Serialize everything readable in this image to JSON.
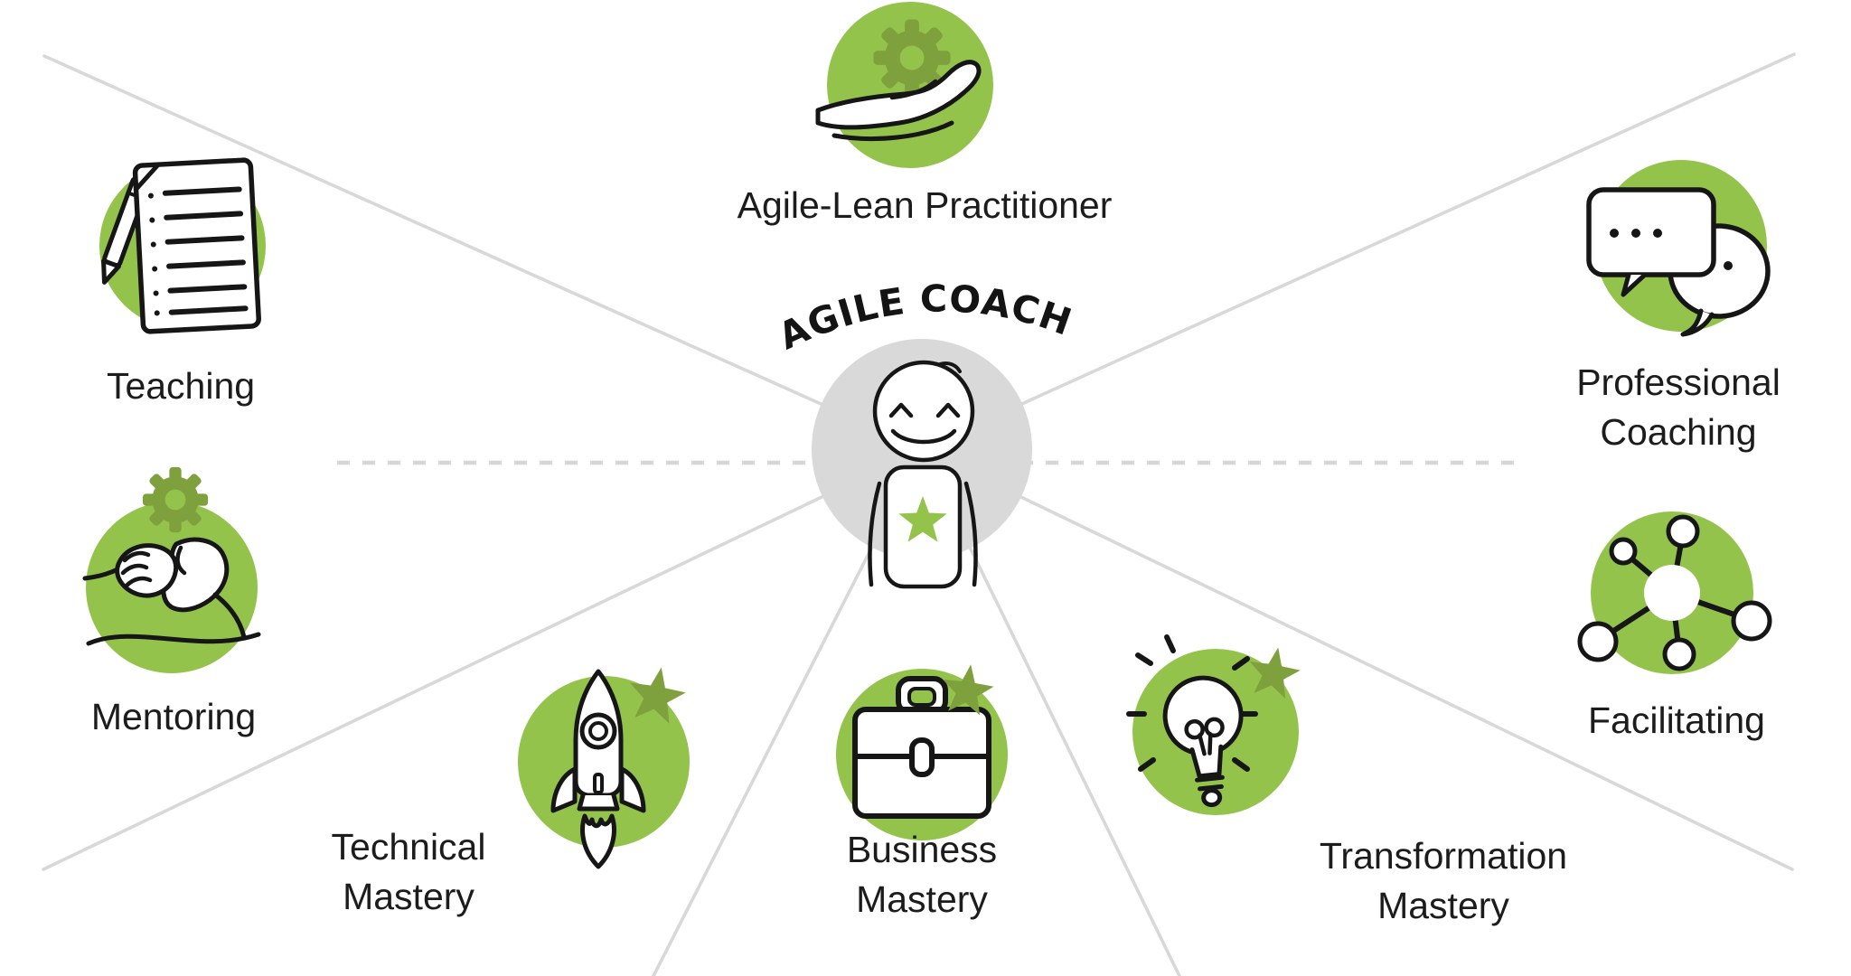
{
  "center": {
    "title": "AGILE COACH",
    "icon": "smiling-person-icon",
    "chest_icon": "star-icon"
  },
  "colors": {
    "accent_green": "#94c34c",
    "dark_olive_green": "#7ea13d",
    "center_circle_gray": "#d9d9d9",
    "connector_gray": "#d8d8d8",
    "text_black": "#1c1c1c"
  },
  "nodes": {
    "agile_lean_practitioner": {
      "label": "Agile-Lean Practitioner",
      "icon": "gear-in-hand-icon"
    },
    "professional_coaching": {
      "label_lines": [
        "Professional",
        "Coaching"
      ],
      "icon": "speech-bubbles-icon"
    },
    "facilitating": {
      "label": "Facilitating",
      "icon": "network-hub-icon"
    },
    "transformation_mastery": {
      "label_lines": [
        "Transformation",
        "Mastery"
      ],
      "icon": "lightbulb-star-icon"
    },
    "business_mastery": {
      "label_lines": [
        "Business",
        "Mastery"
      ],
      "icon": "briefcase-star-icon"
    },
    "technical_mastery": {
      "label_lines": [
        "Technical",
        "Mastery"
      ],
      "icon": "rocket-star-icon"
    },
    "mentoring": {
      "label": "Mentoring",
      "icon": "handshake-gear-icon"
    },
    "teaching": {
      "label": "Teaching",
      "icon": "paper-pencil-icon"
    }
  }
}
